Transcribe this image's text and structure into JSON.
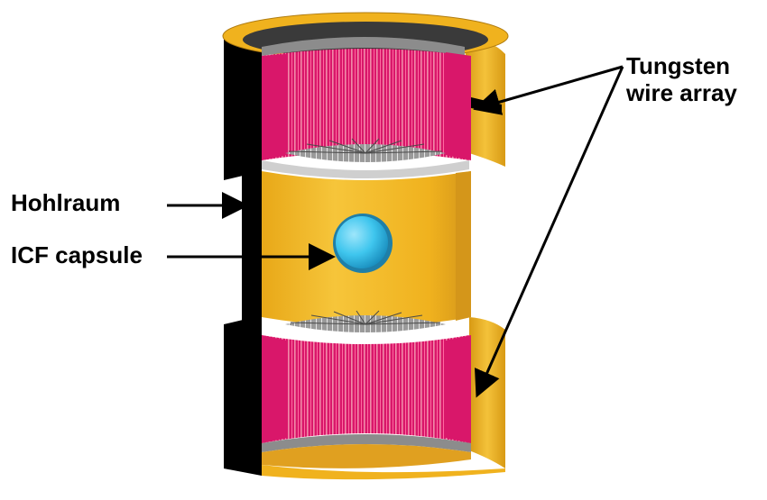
{
  "labels": {
    "hohlraum": "Hohlraum",
    "icf_capsule": "ICF capsule",
    "tungsten_line1": "Tungsten",
    "tungsten_line2": "wire array"
  },
  "colors": {
    "hohlraum_gold": "#f0b21e",
    "gold_shadow": "#c98a10",
    "wire_magenta": "#d9176a",
    "wire_stripe": "#f08aa8",
    "capsule_blue": "#3fc6ee",
    "metal_grey": "#8c8c8c",
    "dark_interior": "#3a3a3a",
    "outline": "#000000"
  }
}
